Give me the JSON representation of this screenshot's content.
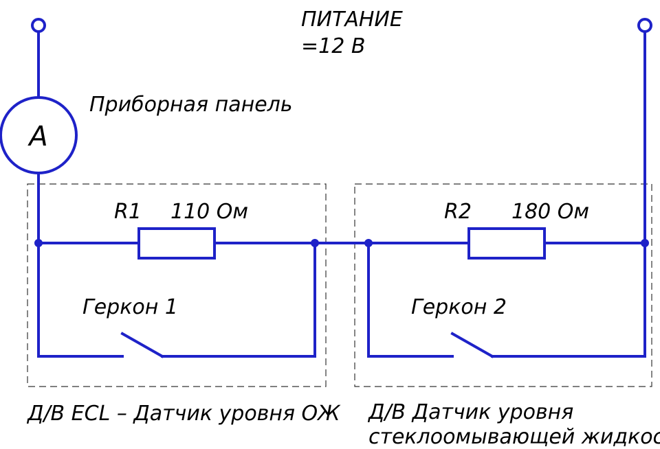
{
  "power": {
    "line1": "ПИТАНИЕ",
    "line2": "=12 В"
  },
  "meter": {
    "label": "Приборная панель",
    "symbol": "A"
  },
  "left_block": {
    "resistor_name": "R1",
    "resistor_value": "110 Ом",
    "switch_label": "Геркон 1",
    "caption": "Д/В ECL – Датчик уровня ОЖ"
  },
  "right_block": {
    "resistor_name": "R2",
    "resistor_value": "180 Ом",
    "switch_label": "Геркон 2",
    "caption_line1": "Д/В Датчик уровня",
    "caption_line2": "стеклоомывающей жидкости"
  },
  "colors": {
    "wire": "#1e22c8",
    "border": "#333333",
    "text": "#000000"
  }
}
